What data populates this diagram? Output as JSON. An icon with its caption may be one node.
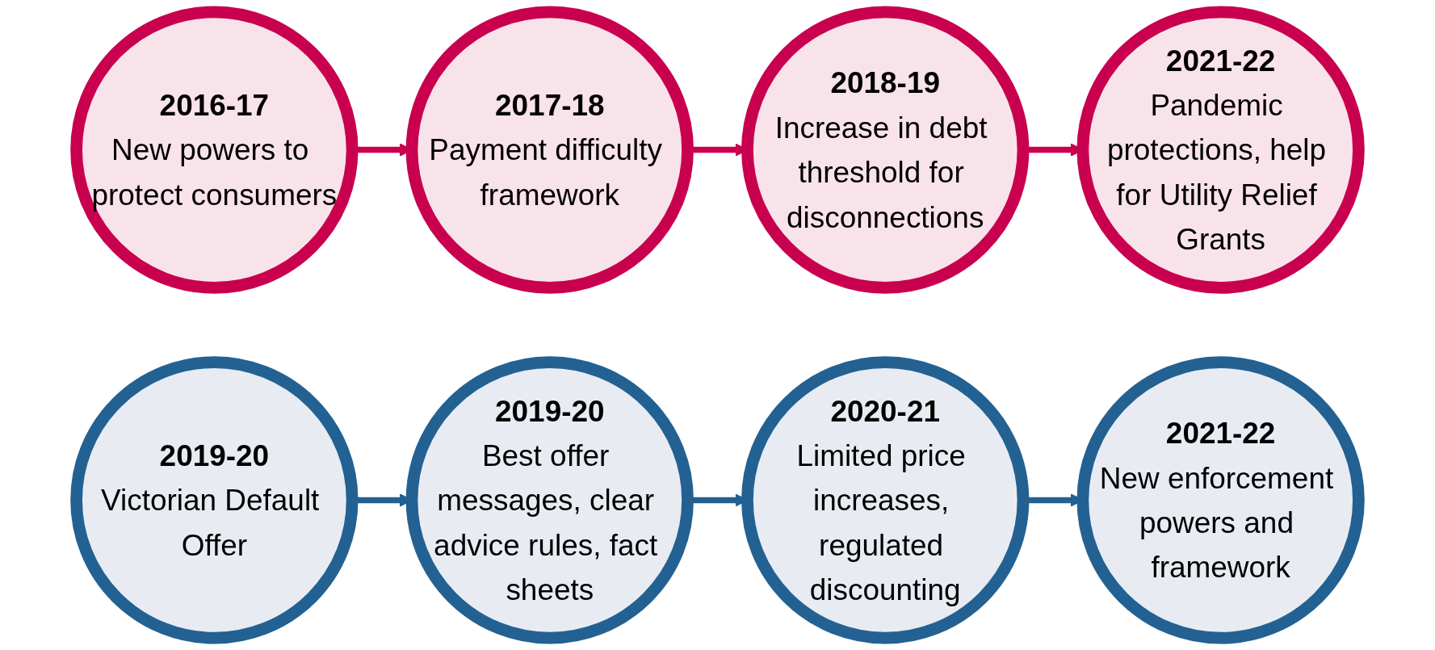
{
  "diagram": {
    "nodes": [
      {
        "text": [
          "2016-17",
          "New powers to protect consumers"
        ]
      },
      {
        "text": [
          "2017-18",
          "Payment difficulty framework"
        ]
      },
      {
        "text": [
          "2018-19",
          "Increase in debt threshold for disconnections"
        ]
      },
      {
        "text": [
          "2021-22",
          "Pandemic protections, help for Utility Relief Grants"
        ]
      },
      {
        "text": [
          "2019-20",
          "Victorian Default Offer"
        ]
      },
      {
        "text": [
          "2019-20",
          "Best offer messages, clear advice rules, fact sheets"
        ]
      },
      {
        "text": [
          "2020-21",
          "Limited price increases, regulated discounting"
        ]
      },
      {
        "text": [
          "2021-22",
          "New enforcement powers and framework"
        ]
      }
    ],
    "edges": [
      {
        "from": 0,
        "to": 1,
        "arrow": "to",
        "color": "#c8004f"
      },
      {
        "from": 1,
        "to": 2,
        "arrow": "to",
        "color": "#c8004f"
      },
      {
        "from": 2,
        "to": 3,
        "arrow": "to",
        "color": "#c8004f"
      },
      {
        "from": 4,
        "to": 5,
        "arrow": "to",
        "color": "#236192"
      },
      {
        "from": 5,
        "to": 6,
        "arrow": "to",
        "color": "#236192"
      },
      {
        "from": 6,
        "to": 7,
        "arrow": "to",
        "color": "#236192"
      }
    ]
  }
}
